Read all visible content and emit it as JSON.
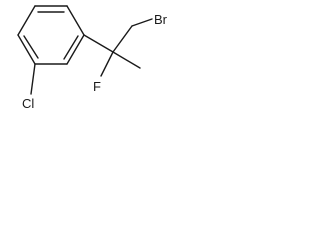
{
  "molecule": {
    "atoms": {
      "bromine": "Br",
      "chlorine": "Cl",
      "fluorine": "F"
    }
  },
  "colors": {
    "bond": "#1a1a1a",
    "background": "#ffffff"
  }
}
